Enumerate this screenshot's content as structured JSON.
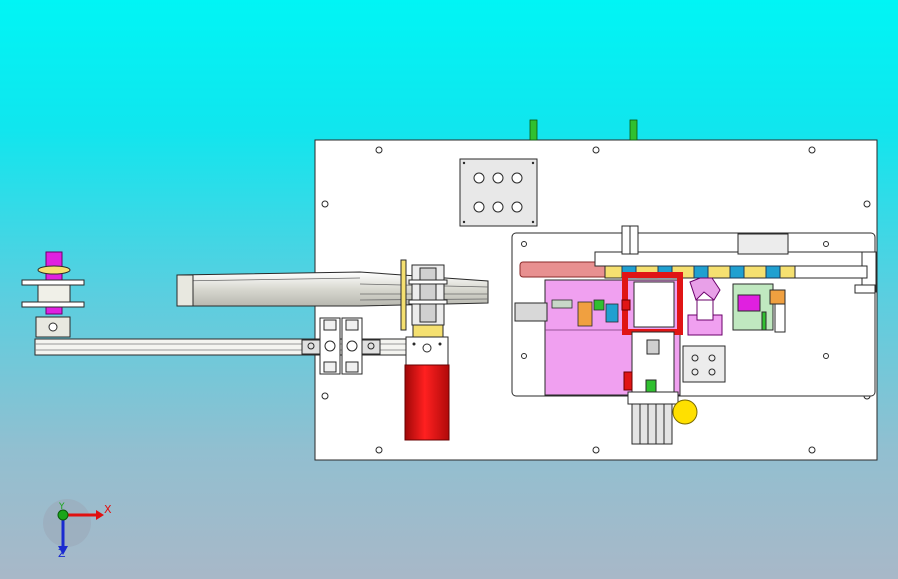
{
  "viewport": {
    "background_top": "#00f5f5",
    "background_bottom": "#a8b8c8"
  },
  "triad": {
    "x_label": "X",
    "y_label": "Y",
    "z_label": "Z",
    "x_color": "#e01010",
    "y_color": "#1aa51a",
    "z_color": "#1a2ad0"
  },
  "model": {
    "plate_color": "#ffffff",
    "line_color": "#2a2a2a",
    "motor_color": "#e01515",
    "clamp_color": "#e01515",
    "block_color": "#f0a0f0",
    "spindle_color": "#e020e0",
    "pin_color": "#30c030",
    "tube_color": "#e89090",
    "knob_color": "#ffe000",
    "rail_color": "#f5e070",
    "fixture_color": "#20a0d0",
    "bracket_color": "#f0a040"
  }
}
